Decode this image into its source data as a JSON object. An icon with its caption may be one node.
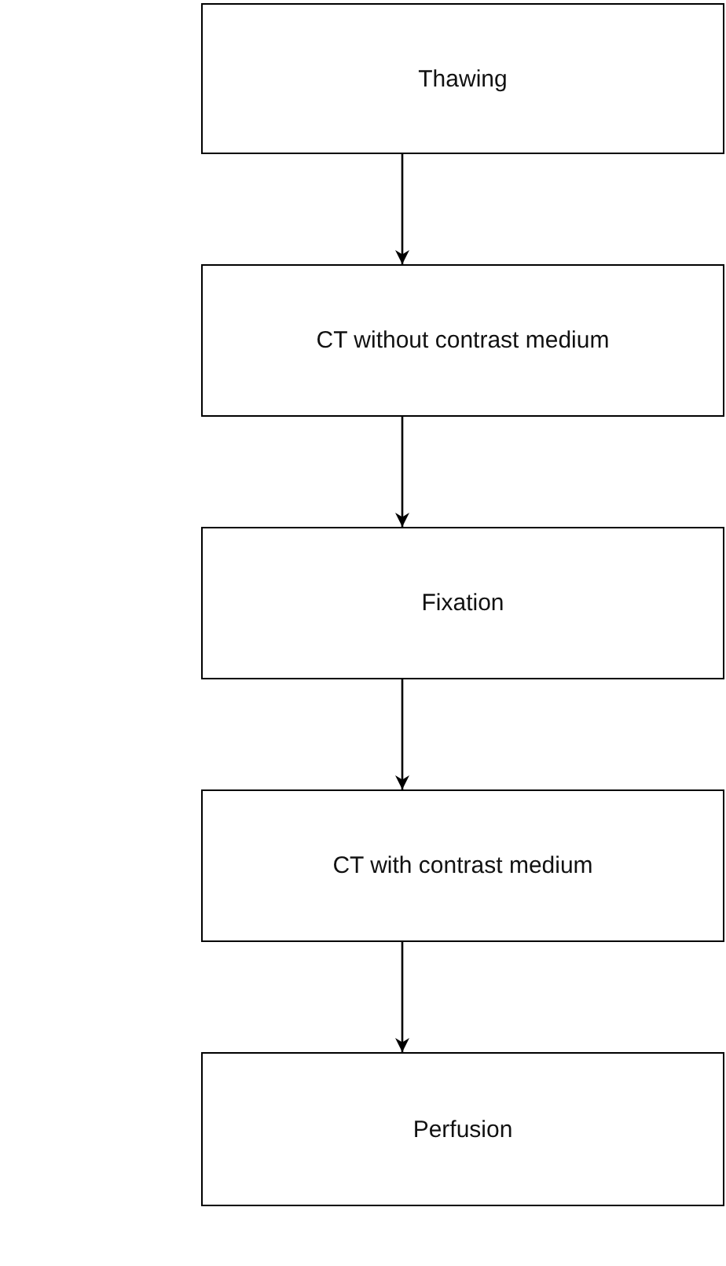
{
  "diagram": {
    "nodes": [
      {
        "text": [
          "Thawing"
        ]
      },
      {
        "text": [
          "CT without contrast medium"
        ]
      },
      {
        "text": [
          "Fixation"
        ]
      },
      {
        "text": [
          "CT with contrast medium"
        ]
      },
      {
        "text": [
          "Perfusion"
        ]
      }
    ],
    "edges": [
      {
        "from": 0,
        "to": 1,
        "arrow": "to"
      },
      {
        "from": 1,
        "to": 2,
        "arrow": "to"
      },
      {
        "from": 2,
        "to": 3,
        "arrow": "to"
      },
      {
        "from": 3,
        "to": 4,
        "arrow": "to"
      }
    ]
  }
}
